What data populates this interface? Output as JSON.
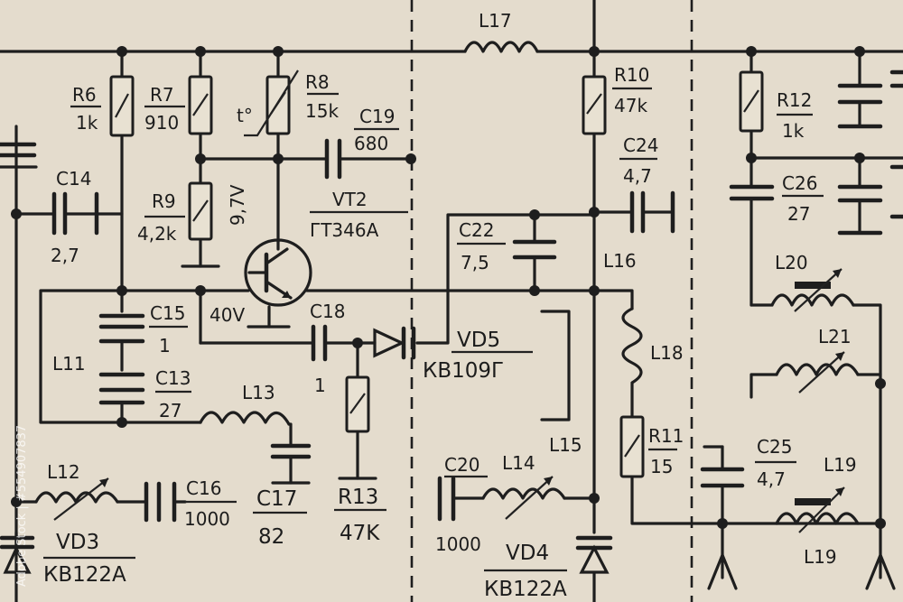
{
  "labels": {
    "r6": "R6",
    "r6_val": "1k",
    "r7": "R7",
    "r7_val": "910",
    "r8": "R8",
    "r8_val": "15k",
    "r8_temp": "t°",
    "c19": "C19",
    "c19_val": "680",
    "r9": "R9",
    "r9_val": "4,2k",
    "c14": "C14",
    "c14_val": "2,7",
    "v97": "9,7V",
    "vt2": "VT2",
    "vt2_type": "ГТ346А",
    "c15": "C15",
    "c15_val": "1",
    "v40": "40V",
    "c18": "C18",
    "c18_val": "1",
    "l11": "L11",
    "c13": "C13",
    "c13_val": "27",
    "l13": "L13",
    "vd5": "VD5",
    "vd5_type": "КВ109Г",
    "r13": "R13",
    "r13_val": "47K",
    "c17": "C17",
    "c17_val": "82",
    "c16": "C16",
    "c16_val": "1000",
    "l12": "L12",
    "vd3": "VD3",
    "vd3_type": "КВ122А",
    "l17": "L17",
    "r10": "R10",
    "r10_val": "47k",
    "c24": "C24",
    "c24_val": "4,7",
    "c22": "C22",
    "c22_val": "7,5",
    "l16": "L16",
    "l18": "L18",
    "r11": "R11",
    "r11_val": "15",
    "l15": "L15",
    "c20": "C20",
    "c20_val": "1000",
    "l14": "L14",
    "vd4": "VD4",
    "vd4_type": "КВ122А",
    "r12": "R12",
    "r12_val": "1k",
    "c26": "C26",
    "c26_val": "27",
    "l20": "L20",
    "l21": "L21",
    "c25": "C25",
    "c25_val": "4,7",
    "l19a": "L19",
    "l19b": "L19"
  },
  "watermark": "Adobe Stock | #554907837",
  "colors": {
    "paper": "#e4dccd",
    "ink": "#1e1e1e"
  }
}
